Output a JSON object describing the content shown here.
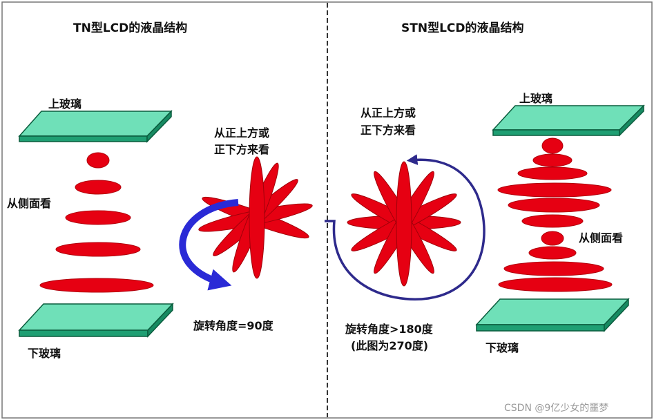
{
  "tn": {
    "title": "TN型LCD的液晶结构",
    "upper_glass": "上玻璃",
    "lower_glass": "下玻璃",
    "side_view": "从侧面看",
    "top_view_line1": "从正上方或",
    "top_view_line2": "正下方来看",
    "rotation": "旋转角度=90度"
  },
  "stn": {
    "title": "STN型LCD的液晶结构",
    "upper_glass": "上玻璃",
    "lower_glass": "下玻璃",
    "side_view": "从侧面看",
    "top_view_line1": "从正上方或",
    "top_view_line2": "正下方来看",
    "rotation_line1": "旋转角度>180度",
    "rotation_line2": "(此图为270度)"
  },
  "watermark": "CSDN @9亿少女的噩梦",
  "colors": {
    "glass_top": "#6fe0b8",
    "glass_side": "#1f9f73",
    "glass_edge": "#0a5c3d",
    "molecule": "#e60012",
    "tn_arrow": "#2a2ad6",
    "stn_arrow": "#2e2a8c",
    "divider": "#333333"
  }
}
